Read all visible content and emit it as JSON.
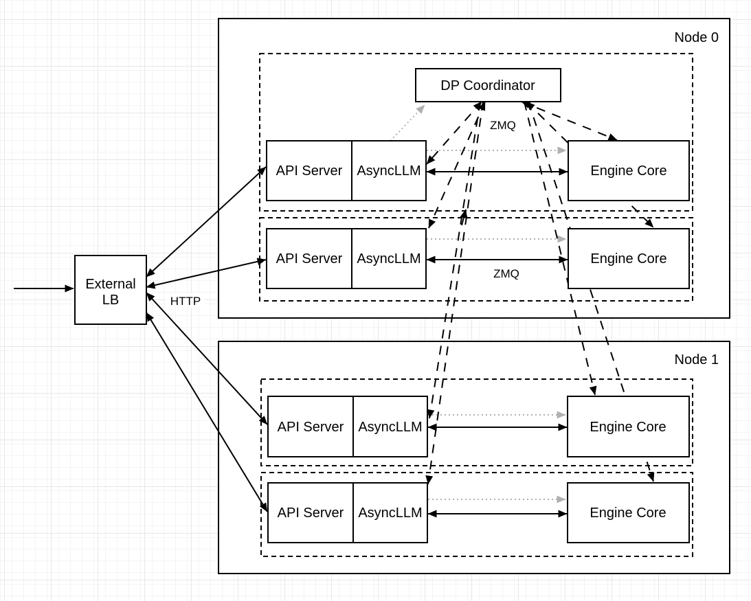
{
  "colors": {
    "line": "#000000",
    "gray-arrow": "#b0b0b0",
    "box-fill": "#ffffff",
    "grid-minor": "#f4f4f4",
    "grid-major": "#e7e7e7"
  },
  "external_lb": {
    "line1": "External",
    "line2": "LB"
  },
  "node0": {
    "label": "Node 0"
  },
  "node1": {
    "label": "Node 1"
  },
  "dp_coordinator": {
    "label": "DP Coordinator"
  },
  "replica": {
    "api_server": "API Server",
    "async_llm": "AsyncLLM",
    "engine_core": "Engine Core"
  },
  "edge_labels": {
    "http": "HTTP",
    "zmq": "ZMQ"
  }
}
